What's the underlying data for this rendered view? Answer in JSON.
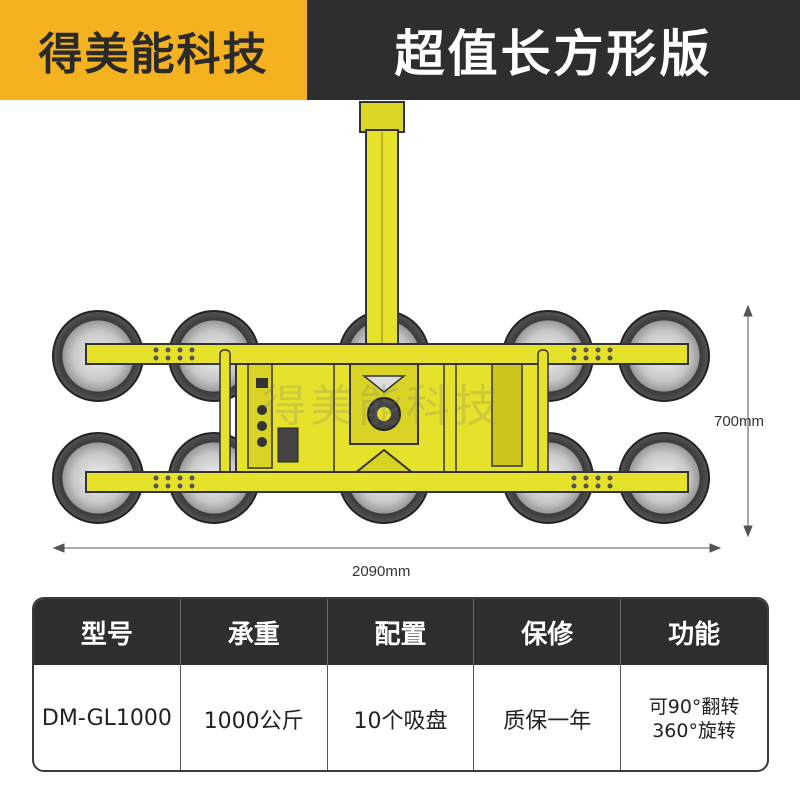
{
  "header": {
    "brand": "得美能科技",
    "title": "超值长方形版"
  },
  "watermark": "得美能科技",
  "dimensions": {
    "height": "700mm",
    "width": "2090mm"
  },
  "colors": {
    "brand_bg": "#f4b120",
    "dark": "#2e2e2e",
    "frame_yellow": "#e6e12a"
  },
  "table": {
    "headers": [
      "型号",
      "承重",
      "配置",
      "保修",
      "功能"
    ],
    "values": [
      "DM-GL1000",
      "1000公斤",
      "10个吸盘",
      "质保一年"
    ],
    "function_lines": [
      "可90°翻转",
      "360°旋转"
    ]
  }
}
